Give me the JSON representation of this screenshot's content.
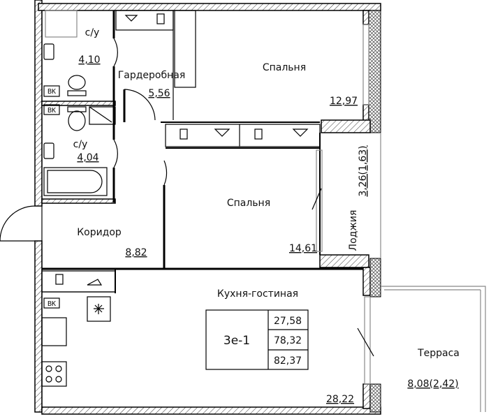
{
  "plan": {
    "rooms": [
      {
        "name": "с/у",
        "area": "4,10"
      },
      {
        "name": "Гардеробная",
        "area": "5,56"
      },
      {
        "name": "Спальня",
        "area": "12,97"
      },
      {
        "name": "с/у",
        "area": "4,04"
      },
      {
        "name": "Спальня",
        "area": "14,61"
      },
      {
        "name": "Коридор",
        "area": "8,82"
      },
      {
        "name": "Лоджия",
        "area": "3,26(1,63)"
      },
      {
        "name": "Кухня-гостиная",
        "area": "28,22"
      },
      {
        "name": "Терраса",
        "area": "8,08(2,42)"
      }
    ],
    "vk_label": "ВК",
    "summary": {
      "type": "3е-1",
      "living_area": "27,58",
      "total_area": "78,32",
      "total_with_outdoor": "82,37"
    }
  }
}
